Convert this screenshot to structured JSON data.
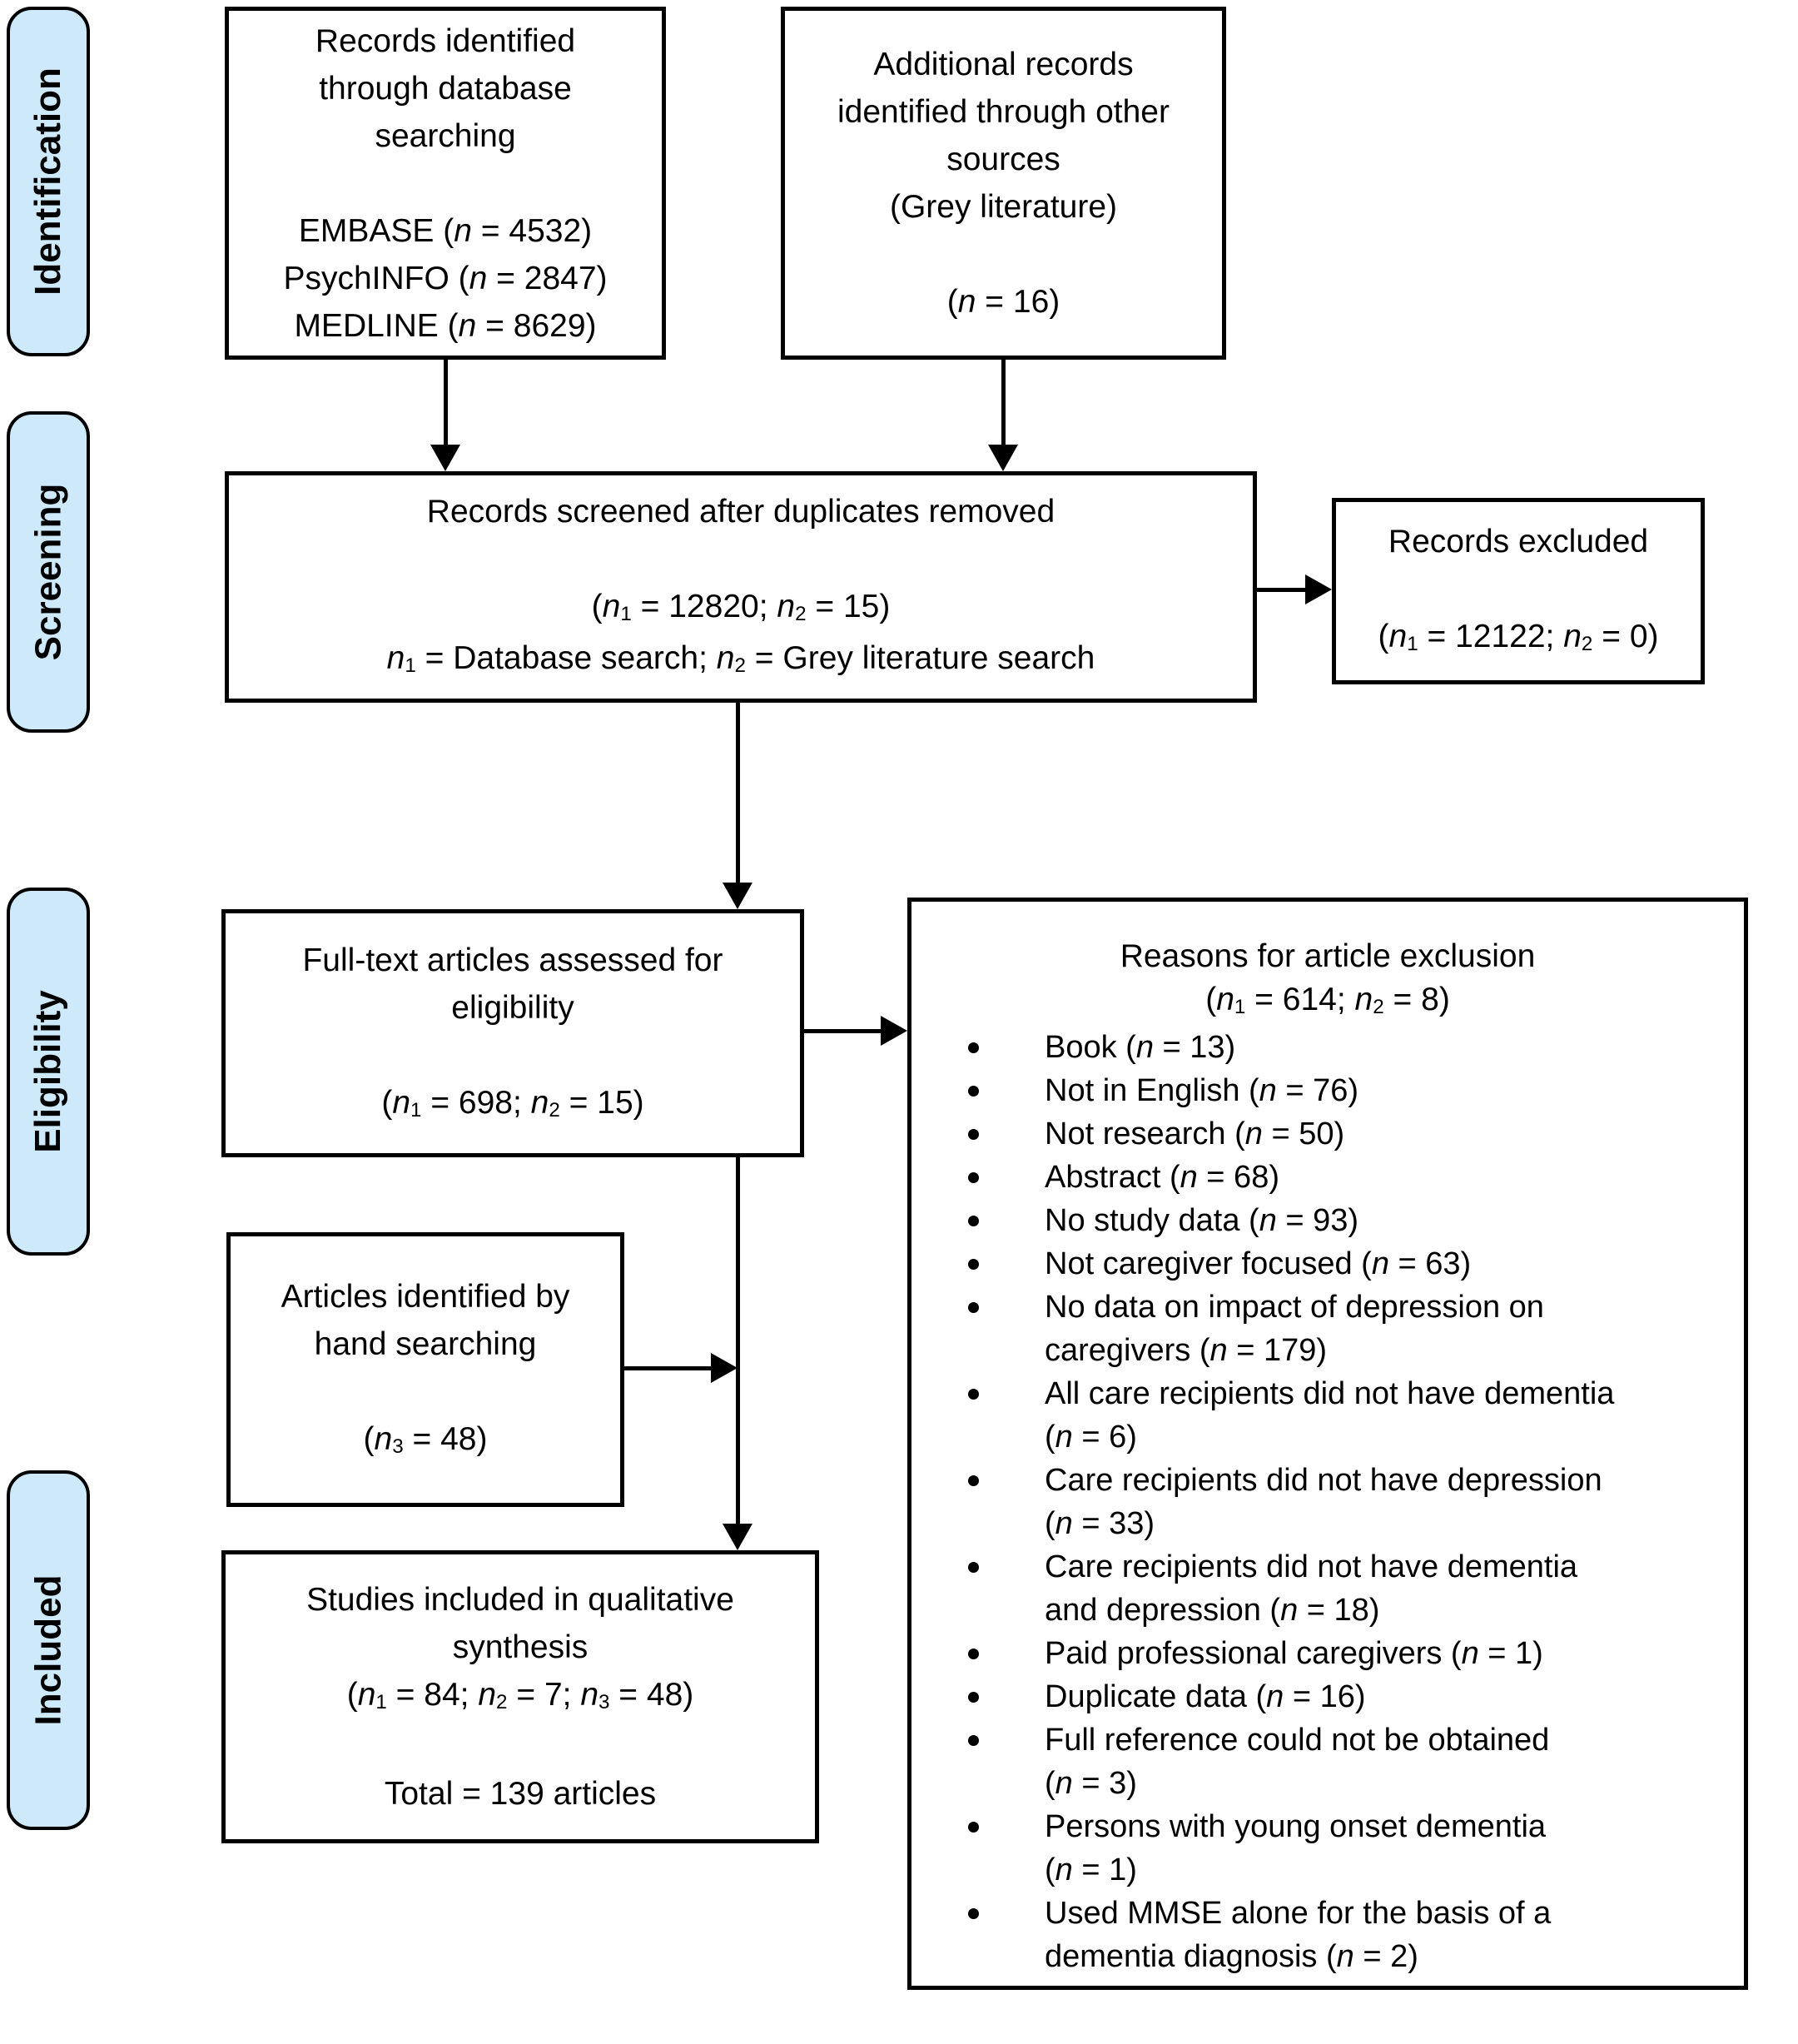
{
  "palette": {
    "band_fill": "#cde9fa",
    "border": "#000000",
    "box_fill": "#ffffff"
  },
  "bands": [
    {
      "label": "Identification"
    },
    {
      "label": "Screening"
    },
    {
      "label": "Eligibility"
    },
    {
      "label": "Included"
    }
  ],
  "boxes": {
    "database_search": {
      "lines": [
        "Records identified",
        "through database",
        "searching",
        "",
        "EMBASE (*n* = 4532)",
        "PsychINFO (*n* = 2847)",
        "MEDLINE (*n* = 8629)"
      ]
    },
    "other_sources": {
      "lines": [
        "Additional records",
        "identified through other",
        "sources",
        "(Grey literature)",
        "",
        "(*n* = 16)"
      ]
    },
    "screened": {
      "lines": [
        "Records screened after duplicates removed",
        "",
        "(*n*~1~ = 12820; *n*~2~ = 15)",
        "*n*~1~ = Database search; *n*~2~ = Grey literature search"
      ]
    },
    "excluded": {
      "lines": [
        "Records excluded",
        "",
        "(*n*~1~ = 12122; *n*~2~ = 0)"
      ]
    },
    "fulltext": {
      "lines": [
        "Full-text articles assessed for",
        "eligibility",
        "",
        "(*n*~1~ = 698; *n*~2~ = 15)"
      ]
    },
    "hand_search": {
      "lines": [
        "Articles identified by",
        "hand searching",
        "",
        "(*n*~3~ = 48)"
      ]
    },
    "included_studies": {
      "lines": [
        "Studies included in qualitative",
        "synthesis",
        "(*n*~1~ = 84; *n*~2~ = 7; *n*~3~ = 48)",
        "",
        "Total = 139 articles"
      ]
    },
    "reasons": {
      "title_lines": [
        "Reasons for article exclusion",
        "(*n*~1~ = 614; *n*~2~ = 8)"
      ],
      "bullets": [
        "Book (*n* = 13)",
        "Not in English (*n* = 76)",
        "Not research (*n* = 50)",
        "Abstract (*n* = 68)",
        "No study data (*n* = 93)",
        "Not caregiver focused (*n* = 63)",
        "No data on impact of depression on caregivers (*n* = 179)",
        "All care recipients did not have dementia (*n* = 6)",
        "Care recipients did not have depression (*n* = 33)",
        "Care recipients did not have dementia and depression (*n* = 18)",
        "Paid professional caregivers (*n* = 1)",
        "Duplicate data (*n* = 16)",
        "Full reference could not be obtained (*n* = 3)",
        "Persons with young onset dementia (*n* = 1)",
        "Used MMSE alone for the basis of a dementia diagnosis (*n* = 2)"
      ]
    }
  }
}
